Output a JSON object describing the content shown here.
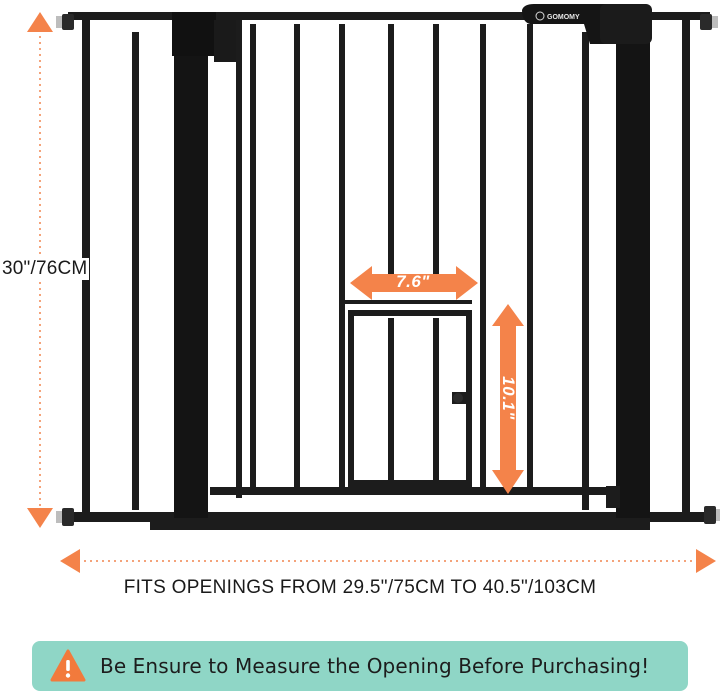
{
  "product": {
    "brand": "GOMOMY"
  },
  "dimensions": {
    "height_label": "30\"/76CM",
    "door_width_label": "7.6\"",
    "door_height_label": "10.1\"",
    "width_range_label": "FITS OPENINGS FROM 29.5\"/75CM TO 40.5\"/103CM"
  },
  "notice": {
    "icon": "warning-icon",
    "text": "Be Ensure to Measure the Opening Before Purchasing!"
  },
  "colors": {
    "accent_orange": "#f4834a",
    "gate_black": "#1c1c1c",
    "notice_bg": "#8fd6c6",
    "warning_orange": "#f27a3c"
  }
}
